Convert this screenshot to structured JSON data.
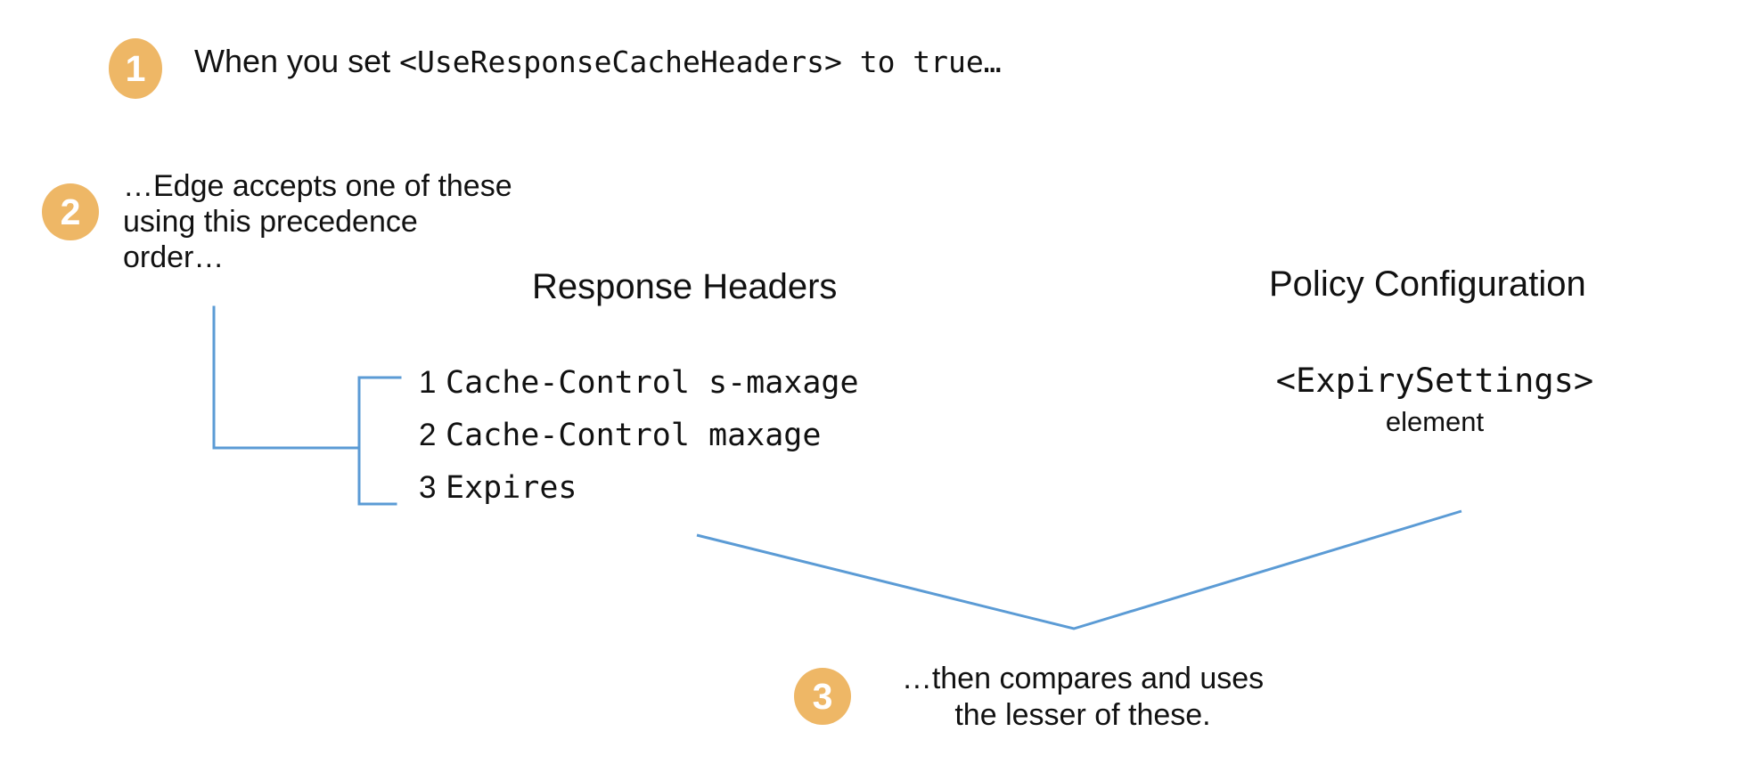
{
  "diagram": {
    "background_color": "#ffffff",
    "accent_color": "#eeb766",
    "connector_color": "#5b9bd5",
    "text_color": "#111111"
  },
  "steps": {
    "one": {
      "badge": "1",
      "text_before": "When you set ",
      "element": "<UseResponseCacheHeaders>",
      "text_after": " to true…"
    },
    "two": {
      "badge": "2",
      "line1": "…Edge accepts one of these",
      "line2": "using this precedence",
      "line3": "order…"
    },
    "three": {
      "badge": "3",
      "line1": "…then compares and uses",
      "line2": "the lesser of these."
    }
  },
  "columns": {
    "response_headers": {
      "heading": "Response Headers",
      "items": [
        {
          "rank": "1",
          "value": "Cache-Control s-maxage"
        },
        {
          "rank": "2",
          "value": "Cache-Control maxage"
        },
        {
          "rank": "3",
          "value": "Expires"
        }
      ]
    },
    "policy_configuration": {
      "heading": "Policy Configuration",
      "element": "<ExpirySettings>",
      "element_suffix": "element"
    }
  }
}
